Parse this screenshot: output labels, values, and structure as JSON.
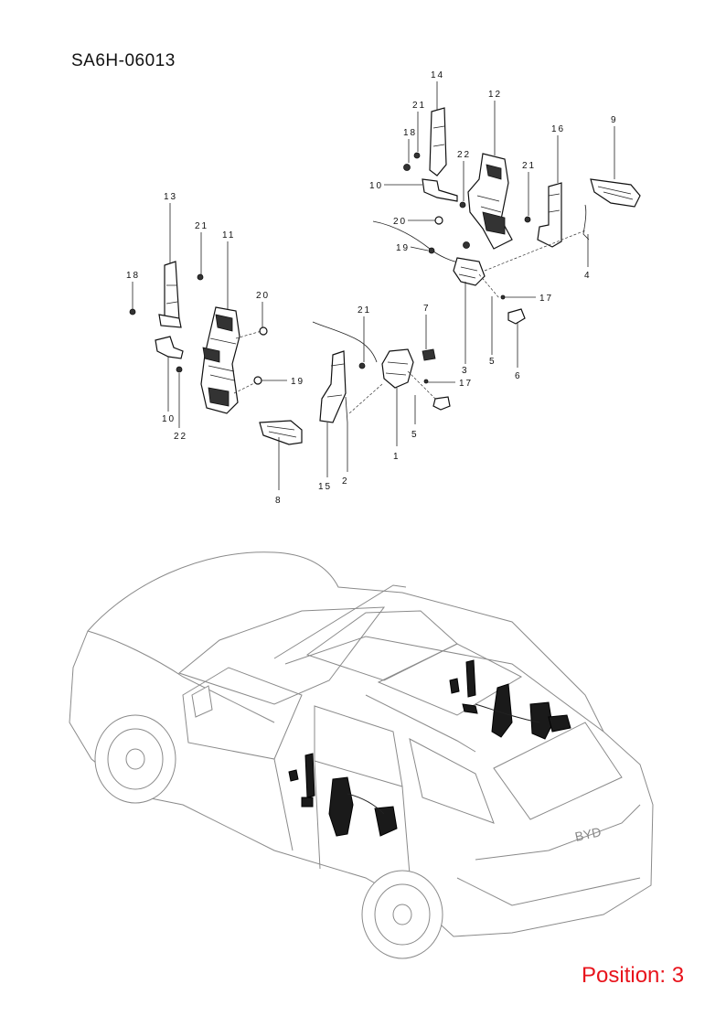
{
  "header": {
    "diagram_code": "SA6H-06013"
  },
  "footer": {
    "position_label": "Position: 3"
  },
  "callouts": [
    {
      "label": "14"
    },
    {
      "label": "21"
    },
    {
      "label": "12"
    },
    {
      "label": "18"
    },
    {
      "label": "22"
    },
    {
      "label": "16"
    },
    {
      "label": "9"
    },
    {
      "label": "10"
    },
    {
      "label": "21"
    },
    {
      "label": "20"
    },
    {
      "label": "19"
    },
    {
      "label": "4"
    },
    {
      "label": "17"
    },
    {
      "label": "13"
    },
    {
      "label": "21"
    },
    {
      "label": "11"
    },
    {
      "label": "18"
    },
    {
      "label": "20"
    },
    {
      "label": "21"
    },
    {
      "label": "7"
    },
    {
      "label": "3"
    },
    {
      "label": "5"
    },
    {
      "label": "6"
    },
    {
      "label": "19"
    },
    {
      "label": "17"
    },
    {
      "label": "10"
    },
    {
      "label": "22"
    },
    {
      "label": "5"
    },
    {
      "label": "1"
    },
    {
      "label": "8"
    },
    {
      "label": "15"
    },
    {
      "label": "2"
    }
  ]
}
